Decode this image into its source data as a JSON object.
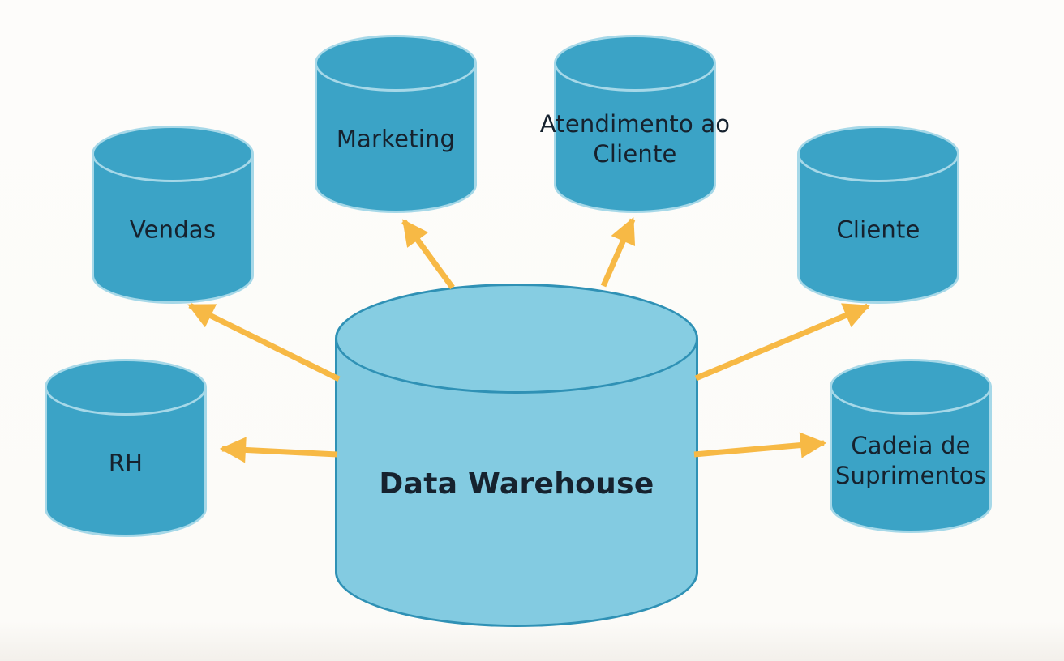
{
  "diagram": {
    "title": "Data Warehouse",
    "center": {
      "id": "data-warehouse",
      "label": "Data Warehouse"
    },
    "nodes": [
      {
        "id": "vendas",
        "label": "Vendas"
      },
      {
        "id": "marketing",
        "label": "Marketing"
      },
      {
        "id": "atendimento",
        "label": "Atendimento ao Cliente"
      },
      {
        "id": "cliente",
        "label": "Cliente"
      },
      {
        "id": "rh",
        "label": "RH"
      },
      {
        "id": "cadeia",
        "label": "Cadeia de Suprimentos"
      }
    ],
    "connections": [
      {
        "from": "data-warehouse",
        "to": "vendas"
      },
      {
        "from": "data-warehouse",
        "to": "marketing"
      },
      {
        "from": "data-warehouse",
        "to": "atendimento"
      },
      {
        "from": "data-warehouse",
        "to": "cliente"
      },
      {
        "from": "data-warehouse",
        "to": "rh"
      },
      {
        "from": "data-warehouse",
        "to": "cadeia"
      }
    ],
    "colors": {
      "node_fill": "#3ba3c6",
      "node_stroke": "#a6d8e8",
      "center_fill": "#83cbe1",
      "center_stroke": "#2f91b5",
      "arrow": "#f7b945",
      "text": "#16222e",
      "background": "#fdfcfa"
    }
  }
}
